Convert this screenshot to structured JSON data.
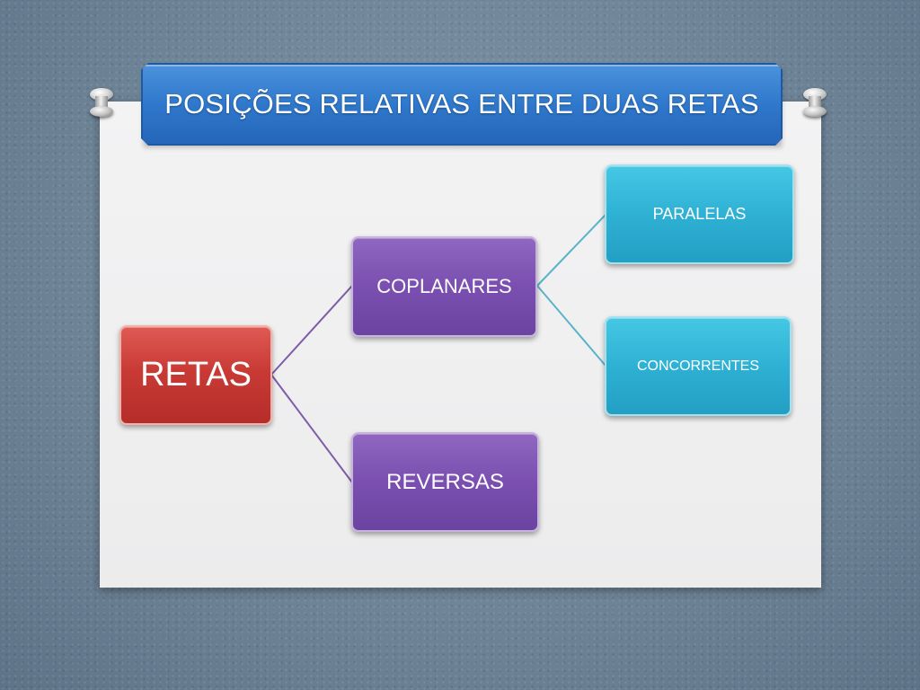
{
  "slide": {
    "title": "POSIÇÕES RELATIVAS ENTRE DUAS RETAS"
  },
  "diagram": {
    "root": {
      "label": "RETAS"
    },
    "level1": [
      {
        "label": "COPLANARES"
      },
      {
        "label": "REVERSAS"
      }
    ],
    "level2": [
      {
        "label": "PARALELAS"
      },
      {
        "label": "CONCORRENTES"
      }
    ]
  },
  "colors": {
    "background": "#6f8598",
    "card": "#f0f0f1",
    "banner": "#2f78cc",
    "root_node": "#c93a35",
    "level1_node": "#7a4fb0",
    "level2_node": "#2eb1d4",
    "connector_purple": "#7d5ca8",
    "connector_cyan": "#5ab3c8"
  }
}
